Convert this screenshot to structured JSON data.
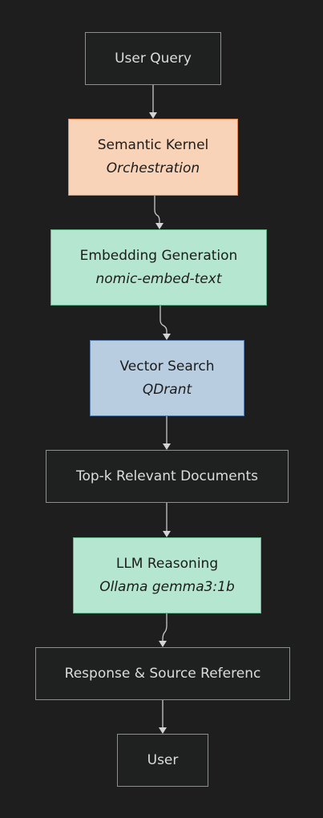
{
  "diagram": {
    "nodes": [
      {
        "id": "user-query",
        "label": "User Query",
        "sub": ""
      },
      {
        "id": "semantic-kernel",
        "label": "Semantic Kernel",
        "sub": "Orchestration"
      },
      {
        "id": "embedding-generation",
        "label": "Embedding Generation",
        "sub": "nomic-embed-text"
      },
      {
        "id": "vector-search",
        "label": "Vector Search",
        "sub": "QDrant"
      },
      {
        "id": "top-k-documents",
        "label": "Top-k Relevant Documents",
        "sub": ""
      },
      {
        "id": "llm-reasoning",
        "label": "LLM Reasoning",
        "sub": "Ollama gemma3:1b"
      },
      {
        "id": "response-source",
        "label": "Response & Source Referenc",
        "sub": ""
      },
      {
        "id": "user",
        "label": "User",
        "sub": ""
      }
    ],
    "edges": [
      {
        "from": "user-query",
        "to": "semantic-kernel"
      },
      {
        "from": "semantic-kernel",
        "to": "embedding-generation"
      },
      {
        "from": "embedding-generation",
        "to": "vector-search"
      },
      {
        "from": "vector-search",
        "to": "top-k-documents"
      },
      {
        "from": "top-k-documents",
        "to": "llm-reasoning"
      },
      {
        "from": "llm-reasoning",
        "to": "response-source"
      },
      {
        "from": "response-source",
        "to": "user"
      }
    ],
    "colors": {
      "background": "#1e1e1e",
      "plain_fill": "#1f2120",
      "orchestration_fill": "#f9d3b8",
      "model_fill": "#b5e6cf",
      "database_fill": "#b9cde0",
      "edge": "#c9c9c9"
    }
  }
}
